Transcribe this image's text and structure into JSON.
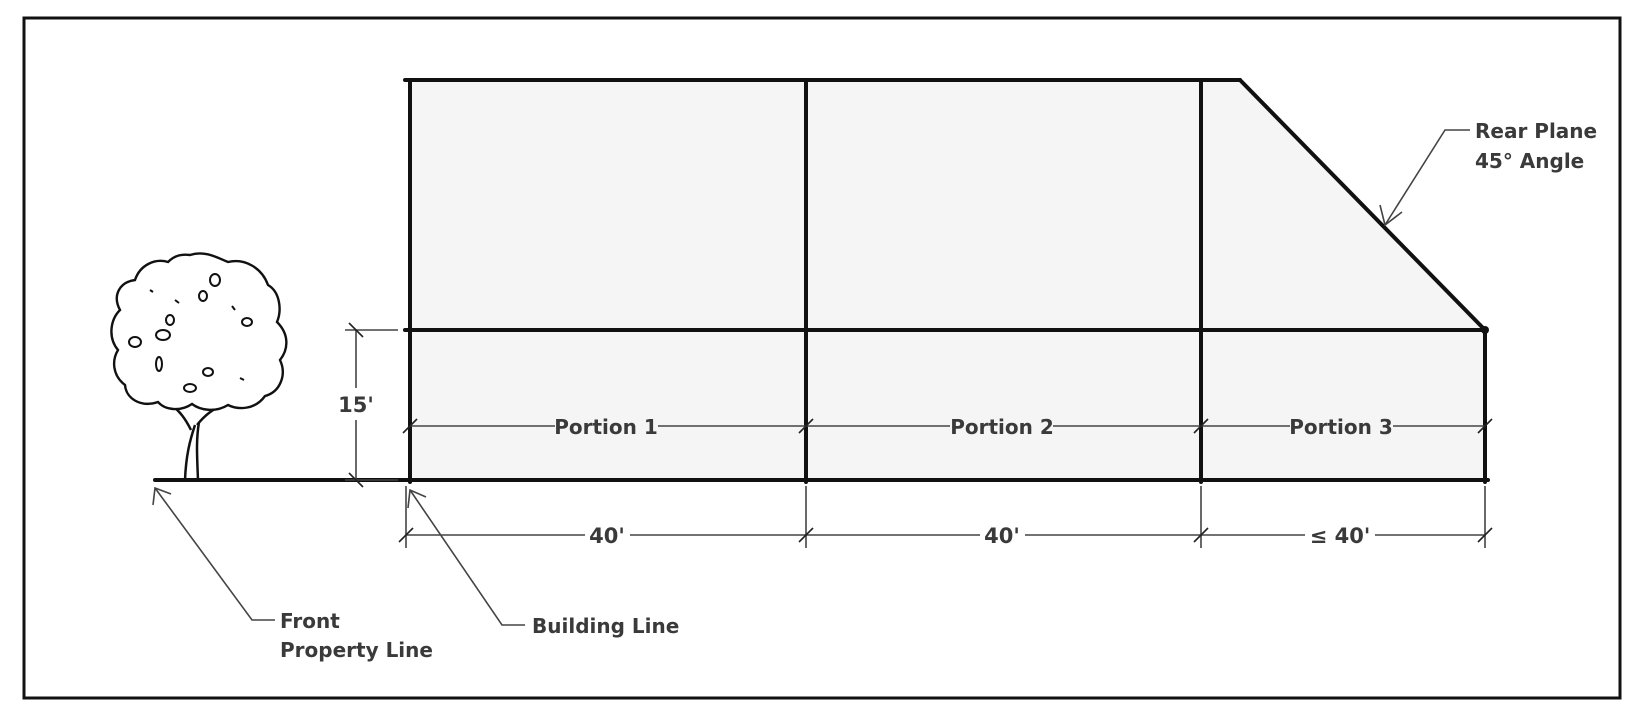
{
  "portions": [
    {
      "label": "Portion 1",
      "width": "40'"
    },
    {
      "label": "Portion 2",
      "width": "40'"
    },
    {
      "label": "Portion 3",
      "width": "≤ 40'"
    }
  ],
  "height_dimension": "15'",
  "callouts": {
    "rear_plane": [
      "Rear Plane",
      "45° Angle"
    ],
    "front_property_line": [
      "Front",
      "Property Line"
    ],
    "building_line": "Building Line"
  },
  "colors": {
    "fill": "#f5f5f5",
    "line": "#111111",
    "text": "#3a3a3a"
  }
}
